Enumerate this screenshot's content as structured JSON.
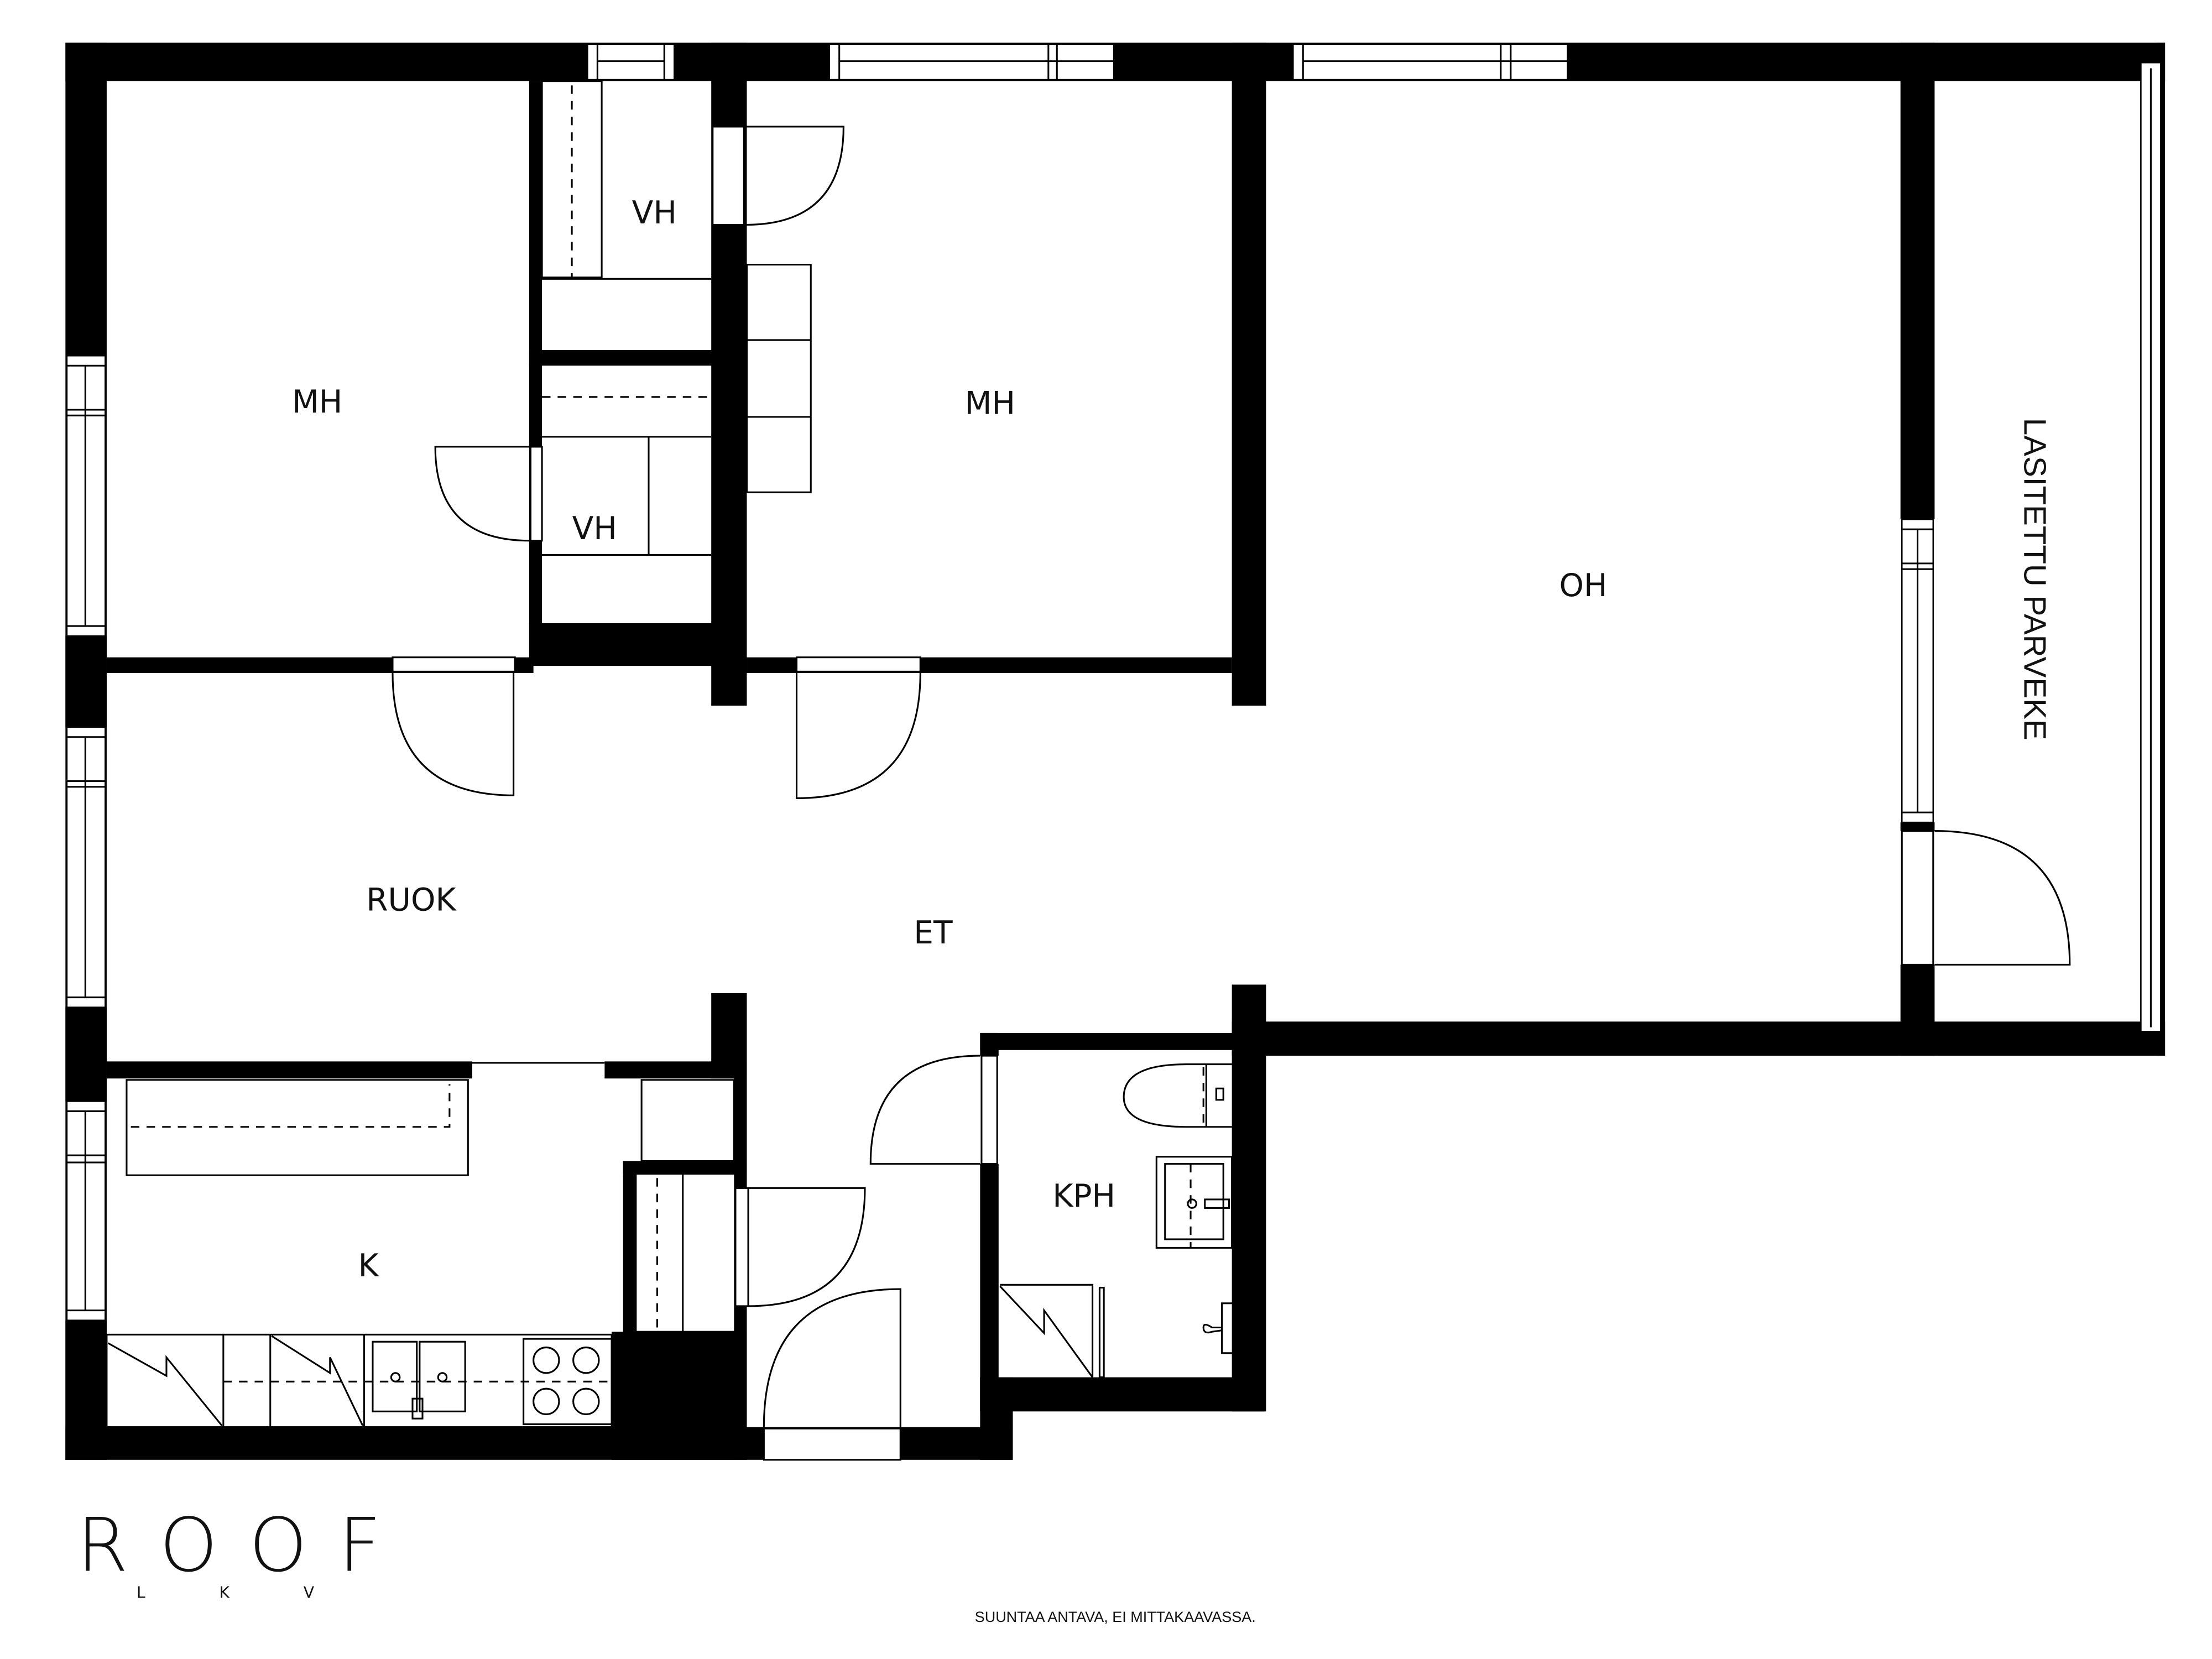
{
  "plan": {
    "rooms": [
      {
        "id": "mh-1",
        "label": "MH"
      },
      {
        "id": "vh-1",
        "label": "VH"
      },
      {
        "id": "vh-2",
        "label": "VH"
      },
      {
        "id": "mh-2",
        "label": "MH"
      },
      {
        "id": "oh",
        "label": "OH"
      },
      {
        "id": "balcony",
        "label": "LASITETTU PARVEKE"
      },
      {
        "id": "ruok",
        "label": "RUOK"
      },
      {
        "id": "et",
        "label": "ET"
      },
      {
        "id": "k",
        "label": "K"
      },
      {
        "id": "kph",
        "label": "KPH"
      }
    ],
    "colors": {
      "wall": "#000000",
      "background": "#ffffff",
      "text": "#111111"
    }
  },
  "brand": {
    "logo": "ROOF",
    "sub": "LKV"
  },
  "footer": {
    "disclaimer": "SUUNTAA ANTAVA, EI MITTAKAAVASSA."
  }
}
